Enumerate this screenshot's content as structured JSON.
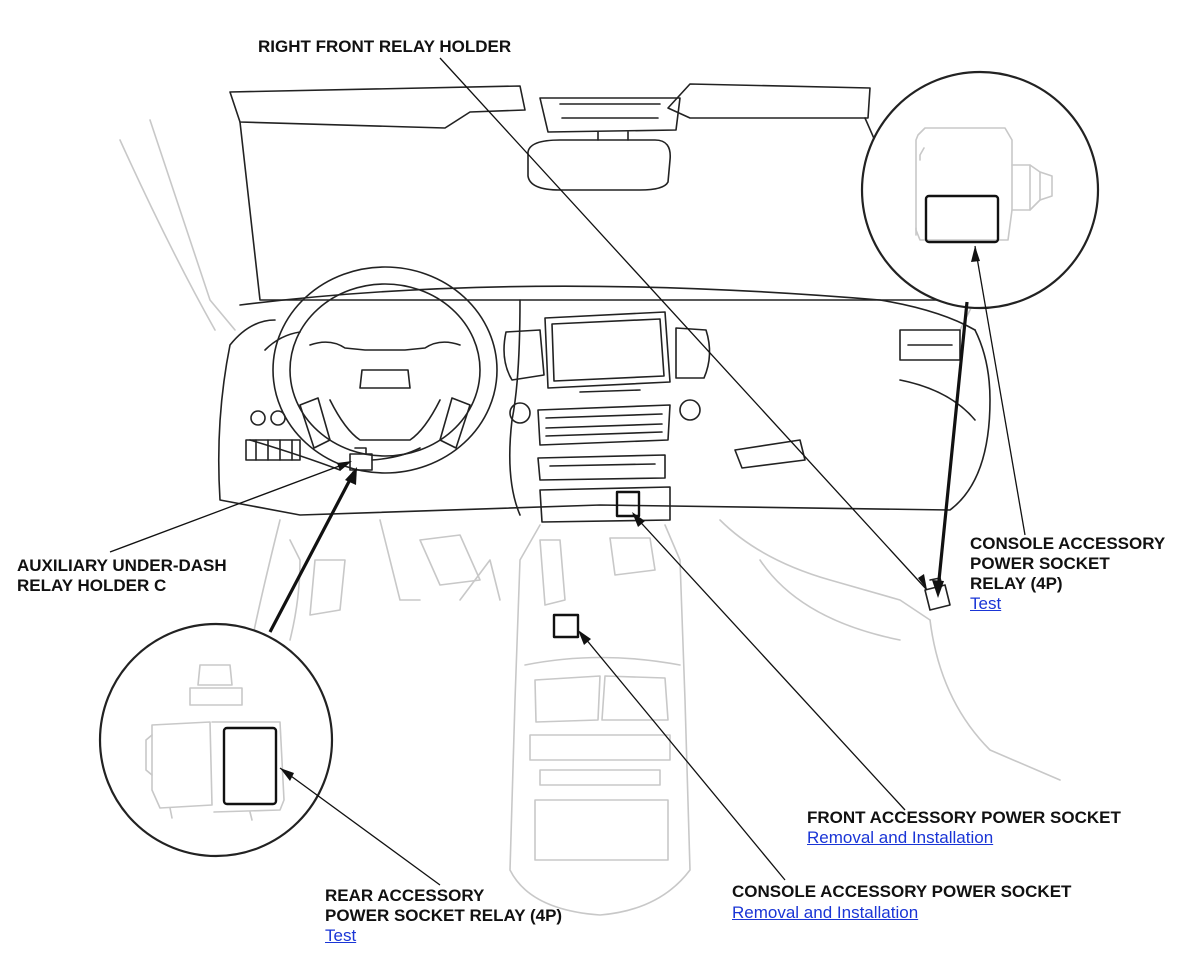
{
  "labels": {
    "right_front_relay_holder": "RIGHT FRONT RELAY HOLDER",
    "console_relay_line1": "CONSOLE ACCESSORY",
    "console_relay_line2": "POWER SOCKET",
    "console_relay_line3": "RELAY (4P)",
    "console_relay_link": "Test",
    "aux_relay_line1": "AUXILIARY UNDER-DASH",
    "aux_relay_line2": "RELAY HOLDER C",
    "front_socket": "FRONT ACCESSORY POWER SOCKET",
    "front_socket_link": "Removal and Installation",
    "console_socket": "CONSOLE ACCESSORY POWER SOCKET",
    "console_socket_link": "Removal and Installation",
    "rear_relay_line1": "REAR ACCESSORY",
    "rear_relay_line2": "POWER SOCKET RELAY (4P)",
    "rear_relay_link": "Test"
  },
  "colors": {
    "link": "#1a35d6",
    "text": "#111111",
    "line_art": "#c8c8c8"
  }
}
